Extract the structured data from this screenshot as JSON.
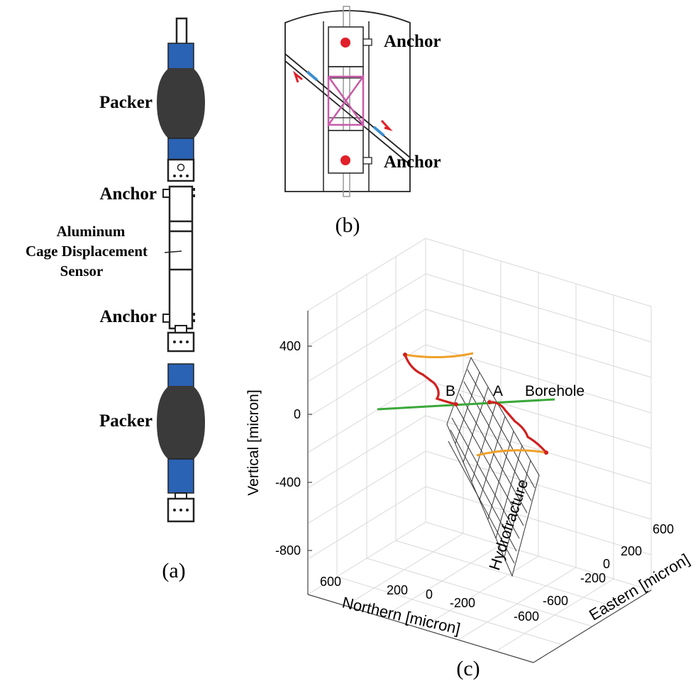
{
  "panel_a": {
    "caption": "(a)",
    "labels": {
      "packer_top": "Packer",
      "anchor_upper": "Anchor",
      "sensor_line1": "Aluminum",
      "sensor_line2": "Cage Displacement",
      "sensor_line3": "Sensor",
      "anchor_lower": "Anchor",
      "packer_bottom": "Packer"
    },
    "colors": {
      "packer": "#3a3a3a",
      "sleeve": "#2a62b4"
    }
  },
  "panel_b": {
    "caption": "(b)",
    "labels": {
      "anchor_top": "Anchor",
      "anchor_bottom": "Anchor"
    },
    "colors": {
      "anchor_dot": "#e0202a",
      "cage": "#c85aa8",
      "slip_arrow": "#e0202a",
      "fracture_mark": "#3a8fd0"
    }
  },
  "panel_c": {
    "caption": "(c)",
    "axes": {
      "vertical_label": "Vertical [micron]",
      "northern_label": "Northern [micron]",
      "eastern_label": "Eastern [micron]",
      "vertical_ticks": [
        "400",
        "0",
        "-400",
        "-800"
      ],
      "northern_ticks": [
        "600",
        "200",
        "0",
        "-200",
        "-600"
      ],
      "eastern_ticks": [
        "600",
        "200",
        "0",
        "-200",
        "-600"
      ]
    },
    "annotations": {
      "point_a": "A",
      "point_b": "B",
      "borehole": "Borehole",
      "hydrofracture": "Hydrofracture"
    },
    "colors": {
      "borehole": "#3aa83a",
      "trajectory": "#d0201f",
      "trajectory_end": "#f0a02a",
      "grid": "#d8d8d8",
      "mesh": "#333333"
    }
  }
}
